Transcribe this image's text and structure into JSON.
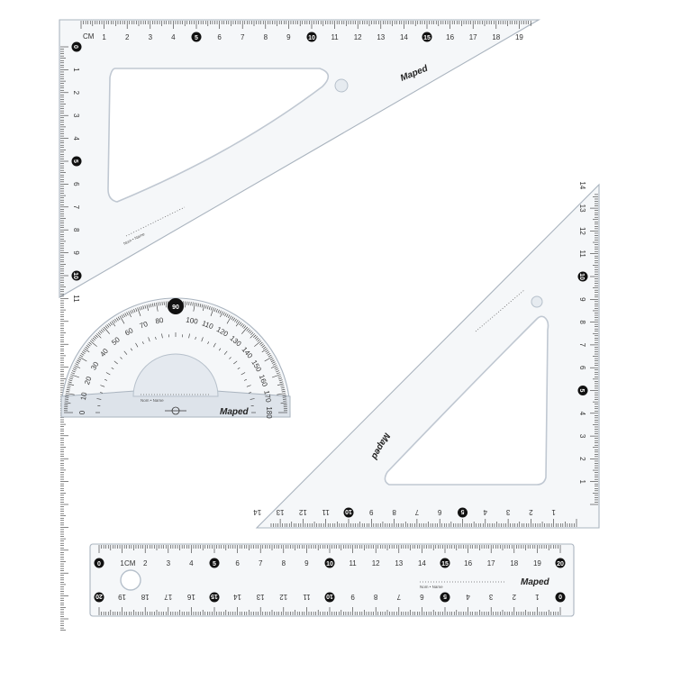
{
  "brand": "Maped",
  "unit_label": "CM",
  "name_caption": "Nom • Name",
  "protractor_center_label": "90",
  "set_square_45": {
    "top_scale": [
      "1",
      "2",
      "3",
      "4",
      "5",
      "6",
      "7",
      "8",
      "9",
      "10",
      "11",
      "12",
      "13",
      "14",
      "15",
      "16",
      "17",
      "18",
      "19"
    ],
    "left_scale": [
      "0",
      "1",
      "2",
      "3",
      "4",
      "5",
      "6",
      "7",
      "8",
      "9",
      "10",
      "11"
    ]
  },
  "set_square_60": {
    "right_scale": [
      "1",
      "2",
      "3",
      "4",
      "5",
      "6",
      "7",
      "8",
      "9",
      "10",
      "11",
      "12",
      "13",
      "14"
    ],
    "bottom_scale": [
      "1",
      "2",
      "3",
      "4",
      "5",
      "6",
      "7",
      "8",
      "9",
      "10",
      "11",
      "12",
      "13",
      "14"
    ]
  },
  "protractor": {
    "outer_scale": [
      "0",
      "10",
      "20",
      "30",
      "40",
      "50",
      "60",
      "70",
      "80",
      "90",
      "100",
      "110",
      "120",
      "130",
      "140",
      "150",
      "160",
      "170",
      "180"
    ]
  },
  "ruler": {
    "top_scale": [
      "0",
      "1",
      "2",
      "3",
      "4",
      "5",
      "6",
      "7",
      "8",
      "9",
      "10",
      "11",
      "12",
      "13",
      "14",
      "15",
      "16",
      "17",
      "18",
      "19",
      "20"
    ],
    "bottom_scale": [
      "20",
      "19",
      "18",
      "17",
      "16",
      "15",
      "14",
      "13",
      "12",
      "11",
      "10",
      "9",
      "8",
      "7",
      "6",
      "5",
      "4",
      "3",
      "2",
      "1",
      "0"
    ]
  },
  "colors": {
    "plastic": "#f5f7f9",
    "edge": "#aab4bf",
    "ink": "#333333",
    "marker": "#111111"
  }
}
